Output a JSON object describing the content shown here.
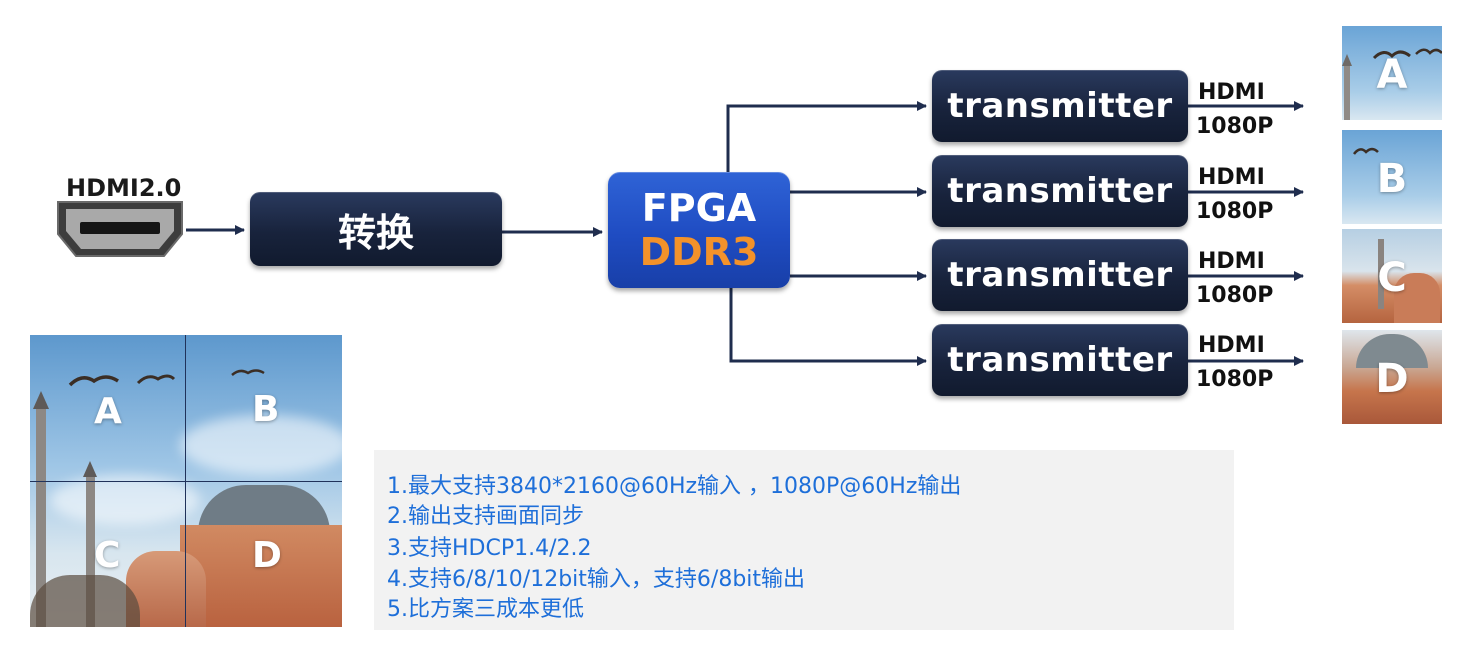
{
  "input": {
    "port_label": "HDMI2.0"
  },
  "converter": {
    "label": "转换"
  },
  "fpga": {
    "line1": "FPGA",
    "line2": "DDR3"
  },
  "transmitters": [
    {
      "label": "transmitter",
      "out_top": "HDMI",
      "out_bottom": "1080P",
      "thumb": "A"
    },
    {
      "label": "transmitter",
      "out_top": "HDMI",
      "out_bottom": "1080P",
      "thumb": "B"
    },
    {
      "label": "transmitter",
      "out_top": "HDMI",
      "out_bottom": "1080P",
      "thumb": "C"
    },
    {
      "label": "transmitter",
      "out_top": "HDMI",
      "out_bottom": "1080P",
      "thumb": "D"
    }
  ],
  "big_image": {
    "quadrants": [
      "A",
      "B",
      "C",
      "D"
    ]
  },
  "notes": [
    "1.最大支持3840*2160@60Hz输入 ，1080P@60Hz输出",
    "2.输出支持画面同步",
    "3.支持HDCP1.4/2.2",
    "4.支持6/8/10/12bit输入，支持6/8bit输出",
    "5.比方案三成本更低"
  ],
  "colors": {
    "box_navy": "#18233c",
    "fpga_blue": "#1f4cc2",
    "ddr_orange": "#f3922a",
    "arrow": "#1f2d4e",
    "notes_text": "#1e6fd9",
    "notes_bg": "#f2f2f2"
  }
}
